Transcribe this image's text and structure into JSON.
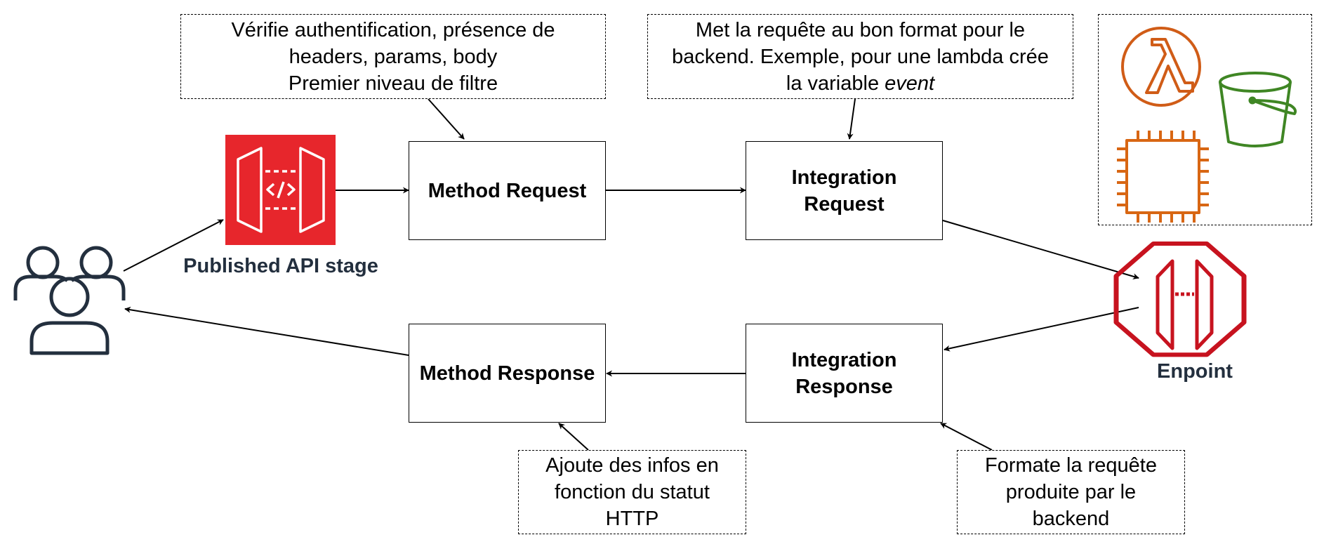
{
  "nodes": {
    "method_request": "Method Request",
    "integration_request": "Integration\nRequest",
    "method_response": "Method Response",
    "integration_response": "Integration\nResponse"
  },
  "notes": {
    "method_request_note": "Vérifie authentification, présence de\nheaders, params, body\nPremier niveau de filtre",
    "integration_request_note_main": "Met la requête au bon format pour le\nbackend. Exemple, pour une lambda crée\nla variable ",
    "integration_request_note_em": "event",
    "method_response_note": "Ajoute des infos en\nfonction du statut\nHTTP",
    "integration_response_note": "Formate la requête\nproduite par le\nbackend"
  },
  "labels": {
    "api_stage": "Published API stage",
    "endpoint": "Enpoint"
  },
  "icons": {
    "users": "users-icon",
    "api_gateway": "api-gateway-icon",
    "endpoint": "vpc-endpoint-icon",
    "lambda": "lambda-icon",
    "s3": "s3-bucket-icon",
    "ec2": "ec2-chip-icon"
  },
  "colors": {
    "api_gateway_red": "#e7262c",
    "endpoint_red": "#c7131f",
    "lambda_orange": "#d05c17",
    "ec2_orange": "#d86613",
    "s3_green": "#3f8624",
    "label_dark": "#232f3e"
  }
}
